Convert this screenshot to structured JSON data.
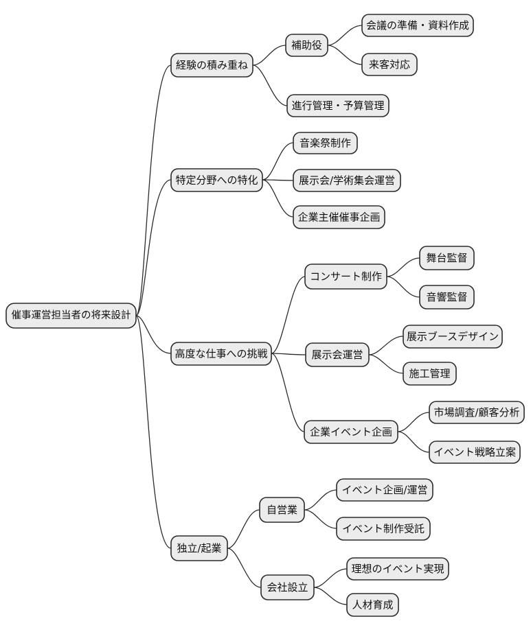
{
  "diagram": {
    "type": "mindmap",
    "direction": "left-to-right",
    "colors": {
      "node_fill": "#ececec",
      "node_border": "#2b2b2b",
      "edge": "#2b2b2b",
      "text": "#111111",
      "background": "#ffffff"
    }
  },
  "tree": {
    "label": "催事運営担当者の将来設計",
    "children": [
      {
        "label": "経験の積み重ね",
        "children": [
          {
            "label": "補助役",
            "children": [
              {
                "label": "会議の準備・資料作成"
              },
              {
                "label": "来客対応"
              }
            ]
          },
          {
            "label": "進行管理・予算管理"
          }
        ]
      },
      {
        "label": "特定分野への特化",
        "children": [
          {
            "label": "音楽祭制作"
          },
          {
            "label": "展示会/学術集会運営"
          },
          {
            "label": "企業主催催事企画"
          }
        ]
      },
      {
        "label": "高度な仕事への挑戦",
        "children": [
          {
            "label": "コンサート制作",
            "children": [
              {
                "label": "舞台監督"
              },
              {
                "label": "音響監督"
              }
            ]
          },
          {
            "label": "展示会運営",
            "children": [
              {
                "label": "展示ブースデザイン"
              },
              {
                "label": "施工管理"
              }
            ]
          },
          {
            "label": "企業イベント企画",
            "children": [
              {
                "label": "市場調査/顧客分析"
              },
              {
                "label": "イベント戦略立案"
              }
            ]
          }
        ]
      },
      {
        "label": "独立/起業",
        "children": [
          {
            "label": "自営業",
            "children": [
              {
                "label": "イベント企画/運営"
              },
              {
                "label": "イベント制作受託"
              }
            ]
          },
          {
            "label": "会社設立",
            "children": [
              {
                "label": "理想のイベント実現"
              },
              {
                "label": "人材育成"
              }
            ]
          }
        ]
      }
    ]
  }
}
